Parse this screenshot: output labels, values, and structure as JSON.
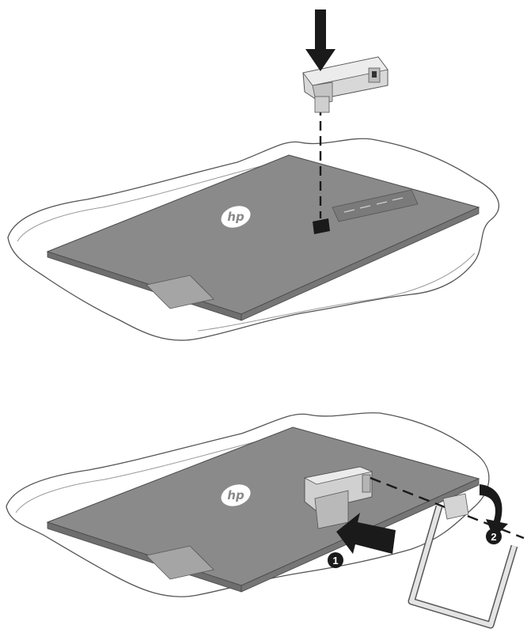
{
  "figure": {
    "panels": [
      {
        "id": "panel-top",
        "step": "attach-stand-neck"
      },
      {
        "id": "panel-bottom",
        "step": "attach-stand-base"
      }
    ],
    "logo_text": "hp",
    "callouts": [
      "1",
      "2"
    ],
    "icons": [
      "down-arrow-icon",
      "push-arrow-icon",
      "rotate-arrow-icon"
    ],
    "colors": {
      "panel_back": "#8a8a8a",
      "panel_shadow": "#6e6e6e",
      "arrow": "#1a1a1a",
      "foam_outline": "#555555",
      "stand_part": "#cfcfcf"
    }
  }
}
